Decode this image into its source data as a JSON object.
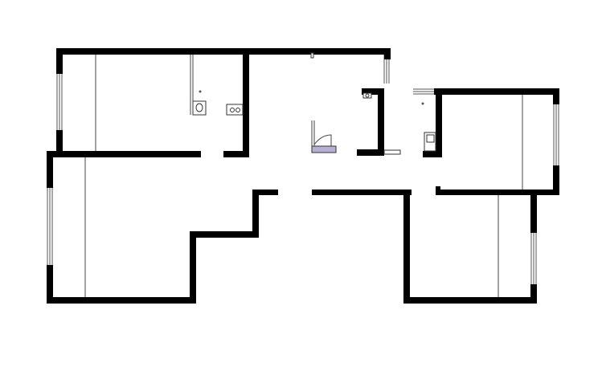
{
  "plan": {
    "colors": {
      "wall": "#000000",
      "background": "#ffffff",
      "window": "#555555",
      "fixture_accent": "#b9b0d6"
    },
    "rooms": [
      {
        "id": "bedroom-north-west"
      },
      {
        "id": "bathroom-west"
      },
      {
        "id": "living-room-west"
      },
      {
        "id": "central-hall"
      },
      {
        "id": "bathroom-east"
      },
      {
        "id": "bedroom-north-east"
      },
      {
        "id": "bedroom-south-east"
      }
    ],
    "fixtures": [
      {
        "id": "toilet-west",
        "icon": "toilet-icon"
      },
      {
        "id": "sink-west",
        "icon": "sink-icon"
      },
      {
        "id": "toilet-east",
        "icon": "toilet-icon"
      },
      {
        "id": "sink-east",
        "icon": "sink-icon"
      },
      {
        "id": "stair-seat",
        "icon": "seat-icon"
      }
    ]
  }
}
